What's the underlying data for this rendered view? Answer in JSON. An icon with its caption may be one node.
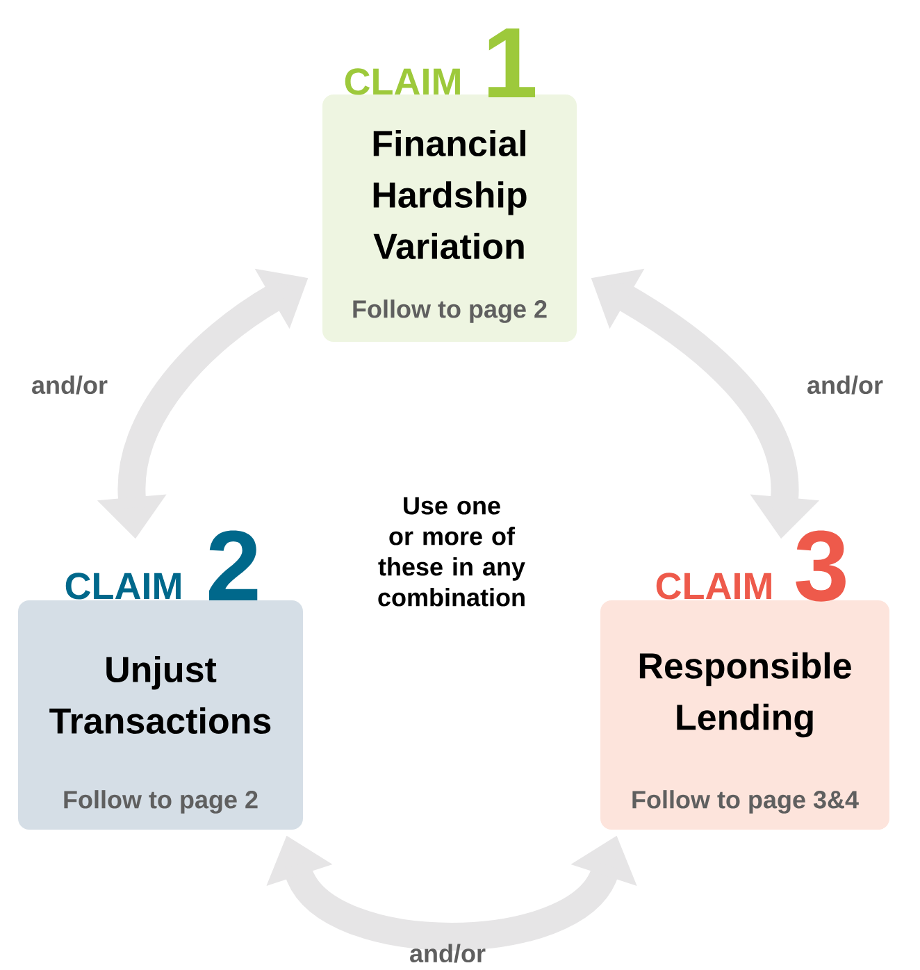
{
  "diagram": {
    "nodes": [
      {
        "text": [
          "CLAIM",
          "1",
          "Financial Hardship Variation",
          "Follow to page 2"
        ]
      },
      {
        "text": [
          "CLAIM",
          "2",
          "Unjust Transactions",
          "Follow to page 2"
        ]
      },
      {
        "text": [
          "CLAIM",
          "3",
          "Responsible Lending",
          "Follow to page 3&4"
        ]
      }
    ],
    "edges": [
      {
        "from": 0,
        "to": 1,
        "arrow": "both",
        "label": "and/or"
      },
      {
        "from": 0,
        "to": 2,
        "arrow": "both",
        "label": "and/or"
      },
      {
        "from": 1,
        "to": 2,
        "arrow": "both",
        "label": "and/or"
      }
    ],
    "labels": [
      "Use one or more of these in any combination"
    ]
  }
}
